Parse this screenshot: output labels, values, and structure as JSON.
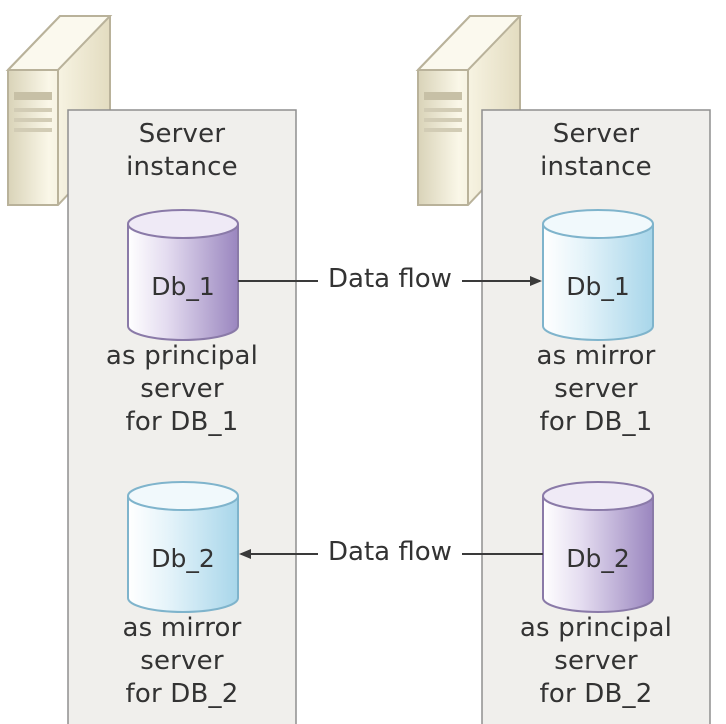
{
  "instances": [
    {
      "title": "Server\ninstance",
      "databases": [
        {
          "name": "Db_1",
          "role": "as principal\nserver\nfor DB_1",
          "color": "purple"
        },
        {
          "name": "Db_2",
          "role": "as mirror\nserver\nfor DB_2",
          "color": "blue"
        }
      ]
    },
    {
      "title": "Server\ninstance",
      "databases": [
        {
          "name": "Db_1",
          "role": "as mirror\nserver\nfor DB_1",
          "color": "blue"
        },
        {
          "name": "Db_2",
          "role": "as principal\nserver\nfor DB_2",
          "color": "purple"
        }
      ]
    }
  ],
  "flows": [
    {
      "label": "Data flow",
      "direction": "left-to-right"
    },
    {
      "label": "Data flow",
      "direction": "right-to-left"
    }
  ],
  "colors": {
    "panel_bg": "#f0efec",
    "panel_border": "#8f8f8f",
    "purple_db": "#c4b5dc",
    "blue_db": "#cfe8f2",
    "server_body": "#f1ecd6",
    "arrow": "#3a3a3a"
  }
}
